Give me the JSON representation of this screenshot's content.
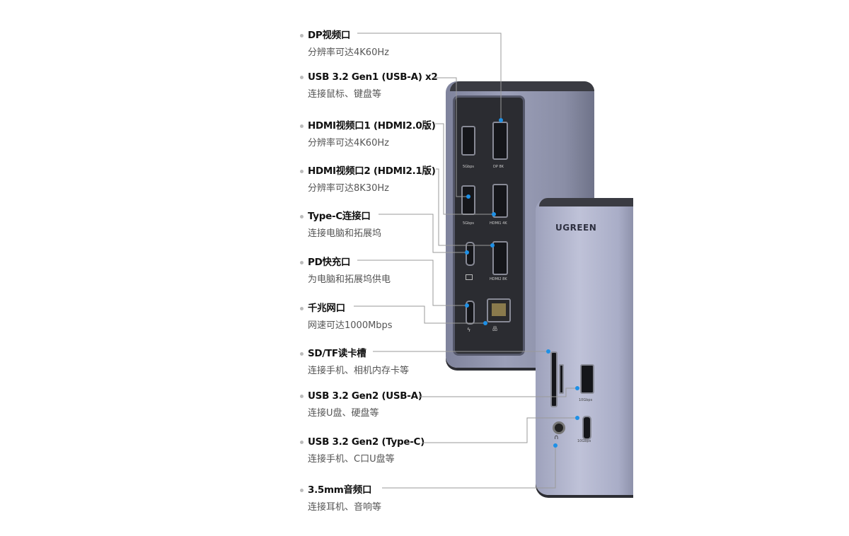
{
  "callouts": [
    {
      "title": "DP视频口",
      "desc": "分辨率可达4K60Hz"
    },
    {
      "title": "USB 3.2 Gen1 (USB-A) x2",
      "desc": "连接鼠标、键盘等"
    },
    {
      "title": "HDMI视频口1 (HDMI2.0版)",
      "desc": "分辨率可达4K60Hz"
    },
    {
      "title": "HDMI视频口2 (HDMI2.1版)",
      "desc": "分辨率可达8K30Hz"
    },
    {
      "title": "Type-C连接口",
      "desc": "连接电脑和拓展坞"
    },
    {
      "title": "PD快充口",
      "desc": "为电脑和拓展坞供电"
    },
    {
      "title": "千兆网口",
      "desc": "网速可达1000Mbps"
    },
    {
      "title": "SD/TF读卡槽",
      "desc": "连接手机、相机内存卡等"
    },
    {
      "title": "USB 3.2 Gen2 (USB-A)",
      "desc": "连接U盘、硬盘等"
    },
    {
      "title": "USB 3.2 Gen2 (Type-C)",
      "desc": "连接手机、C口U盘等"
    },
    {
      "title": "3.5mm音频口",
      "desc": "连接耳机、音响等"
    }
  ],
  "device": {
    "brand": "UGREEN",
    "port_labels": {
      "usb1": "5Gbps",
      "usb2": "5Gbps",
      "dp": "DP 8K",
      "hdmi1": "HDMI1 4K",
      "hdmi2": "HDMI2 8K",
      "usb_front": "10Gbps",
      "typec_front": "10Gbps"
    }
  },
  "colors": {
    "dot": "#1e90e6",
    "line": "#9a9a9a",
    "body": "#9b9fb8"
  }
}
